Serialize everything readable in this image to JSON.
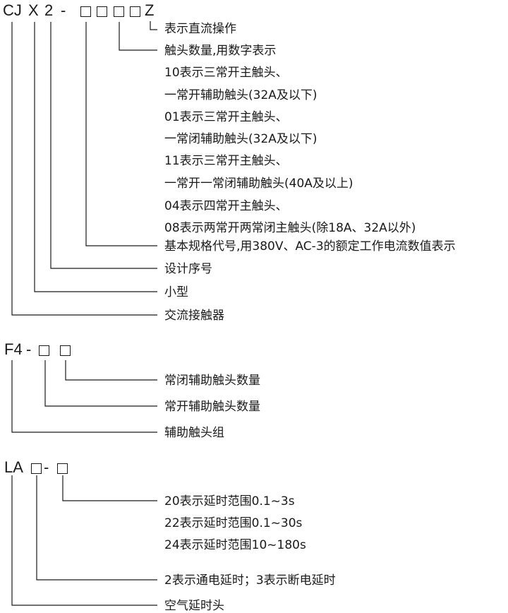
{
  "section1": {
    "code_prefix": "CJ",
    "code_x": "X",
    "code_num": "2",
    "code_dash": "-",
    "code_suffix": "Z",
    "labels": {
      "z": "表示直流操作",
      "contacts": "触头数量,用数字表示",
      "contact_lines": [
        "10表示三常开主触头、",
        "一常开辅助触头(32A及以下)",
        "01表示三常开主触头、",
        "一常闭辅助触头(32A及以下)",
        "11表示三常开主触头、",
        "一常开一常闭辅助触头(40A及以上)",
        "04表示四常开主触头、",
        "08表示两常开两常闭主触头(除18A、32A以外)"
      ],
      "spec": "基本规格代号,用380V、AC-3的额定工作电流数值表示",
      "serial": "设计序号",
      "small": "小型",
      "contactor": "交流接触器"
    }
  },
  "section2": {
    "code_prefix": "F4",
    "code_dash": "-",
    "labels": {
      "nc": "常闭辅助触头数量",
      "no": "常开辅助触头数量",
      "group": "辅助触头组"
    }
  },
  "section3": {
    "code_prefix": "LA",
    "code_dash": "-",
    "labels": {
      "range_lines": [
        "20表示延时范围0.1~3s",
        "22表示延时范围0.1~30s",
        "24表示延时范围10~180s"
      ],
      "type": "2表示通电延时；3表示断电延时",
      "head": "空气延时头"
    }
  }
}
